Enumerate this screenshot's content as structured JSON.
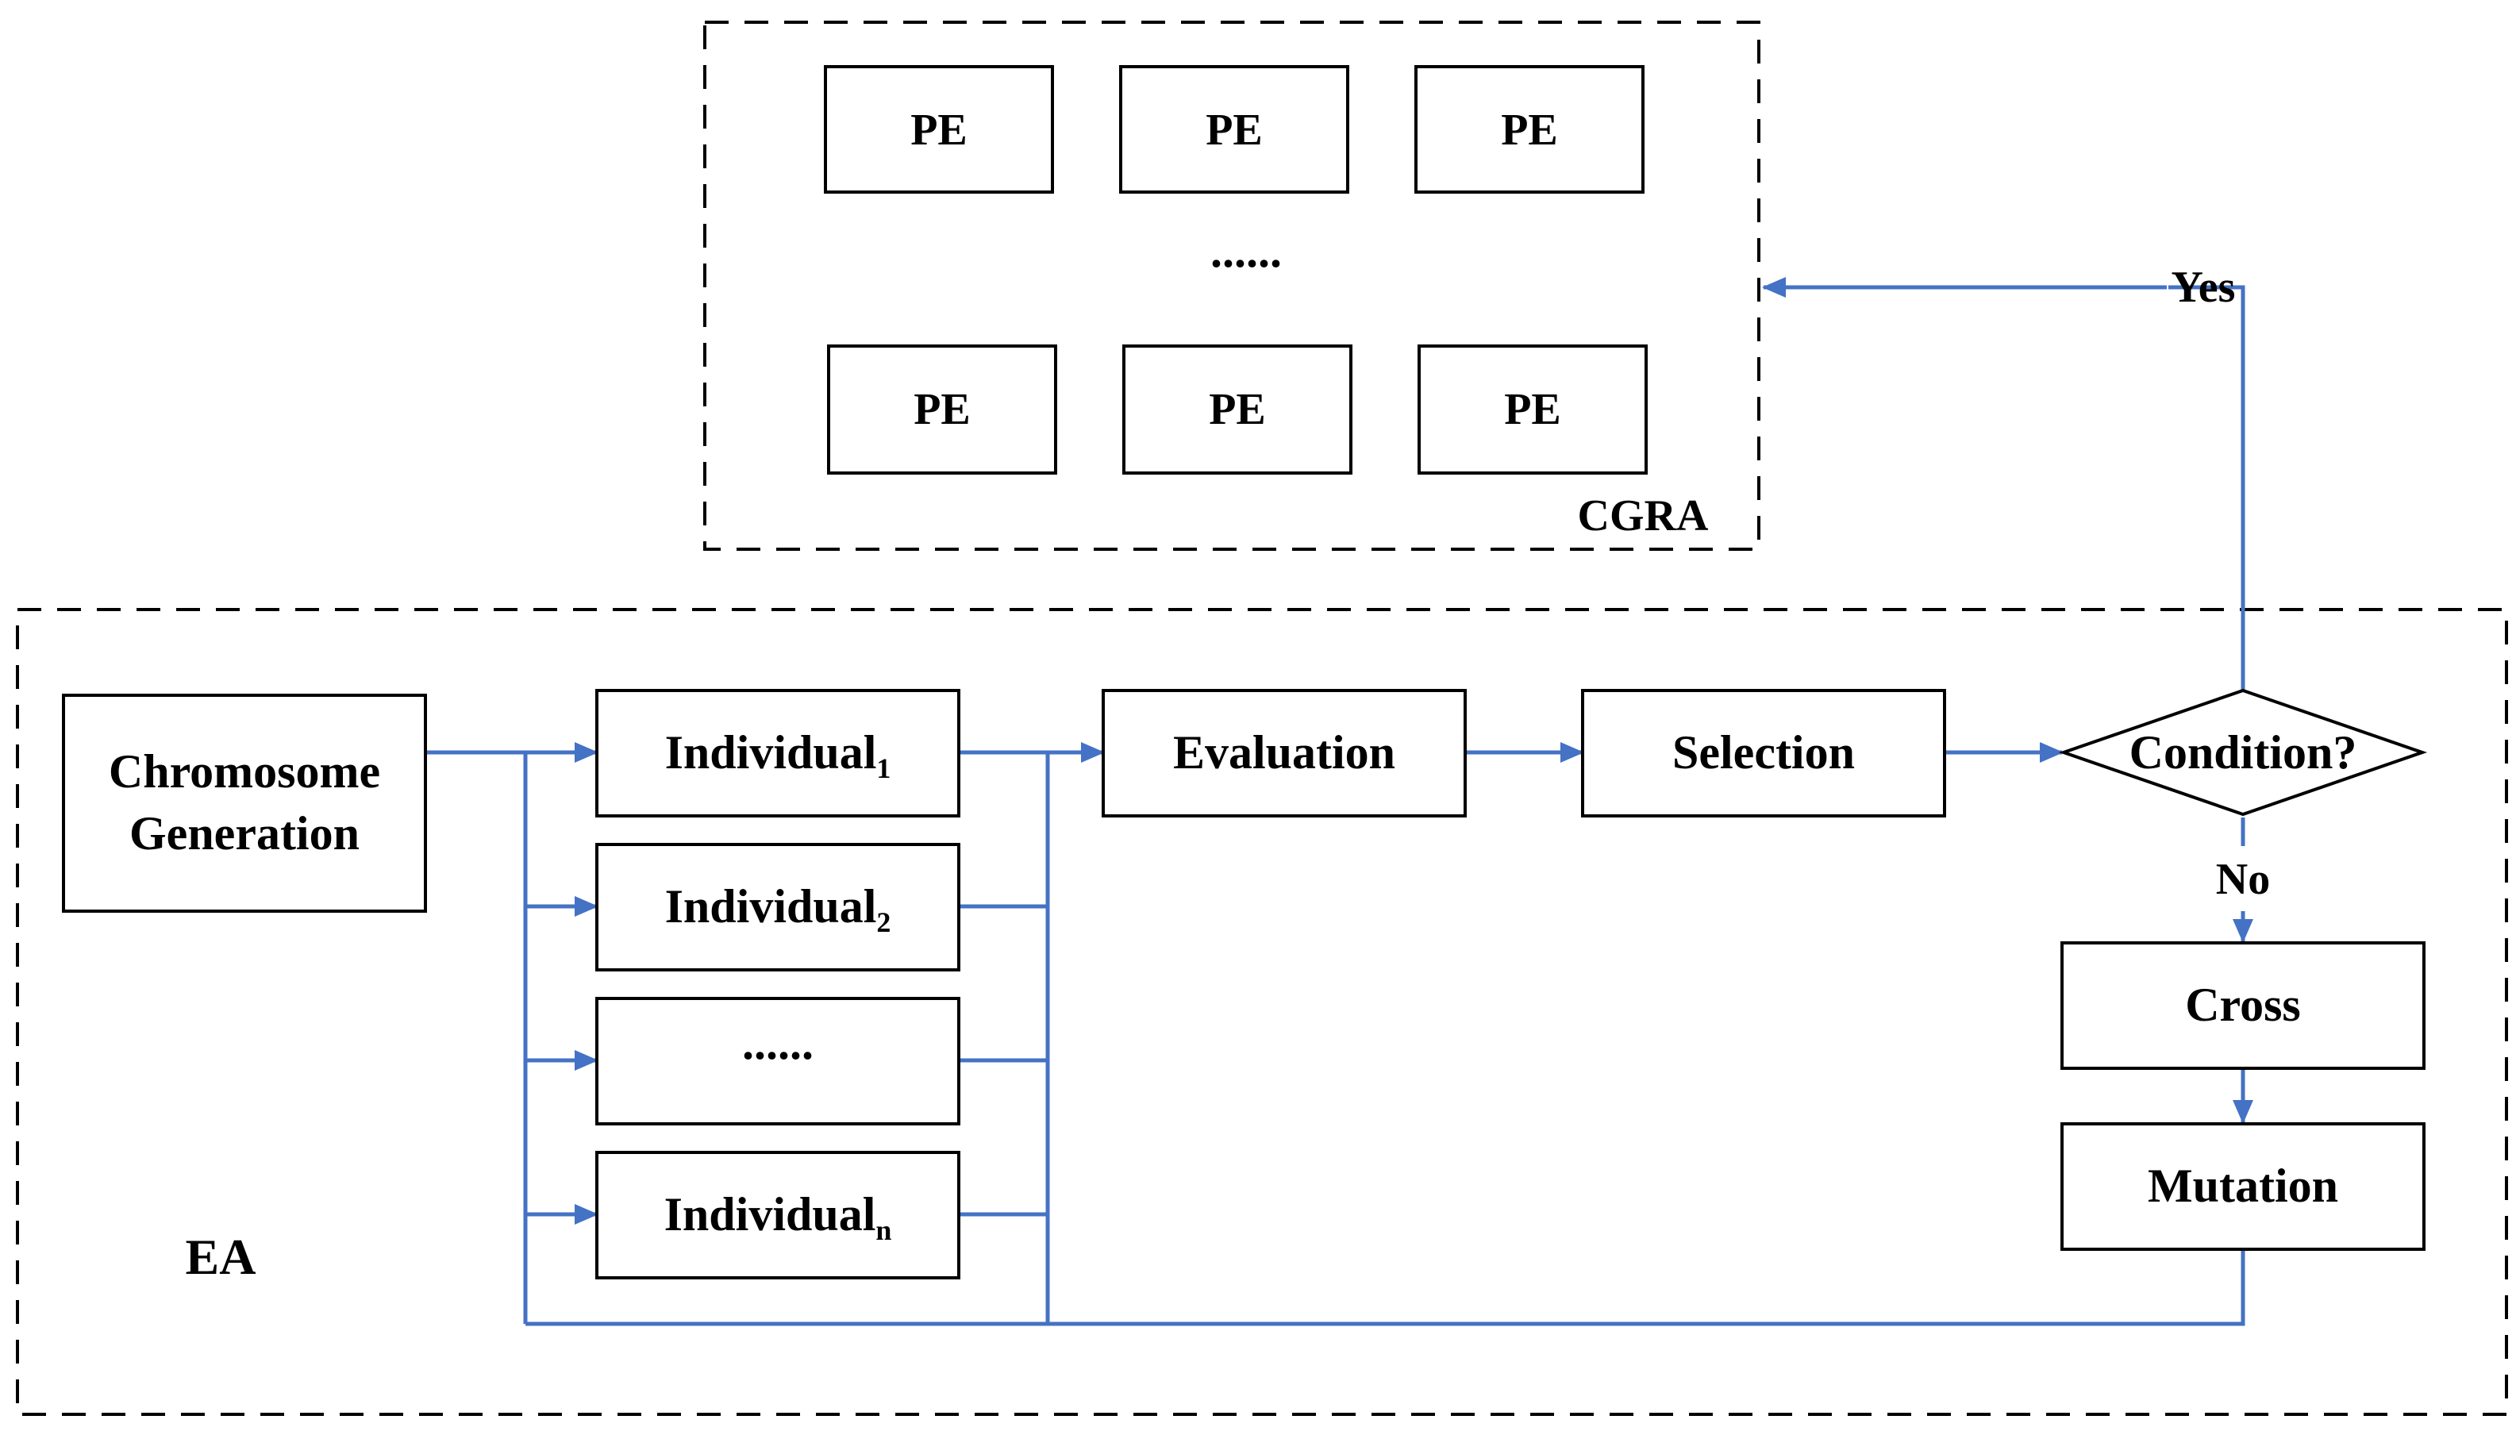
{
  "colors": {
    "connector": "#4472C4",
    "box_stroke": "#000000",
    "text": "#000000",
    "background": "#ffffff"
  },
  "cgra": {
    "label": "CGRA",
    "pe_labels": [
      "PE",
      "PE",
      "PE",
      "PE",
      "PE",
      "PE"
    ],
    "ellipsis": "......"
  },
  "ea": {
    "label": "EA",
    "chromosome": {
      "line1": "Chromosome",
      "line2": "Generation"
    },
    "individuals": [
      {
        "base": "Individual",
        "sub": "1"
      },
      {
        "base": "Individual",
        "sub": "2"
      },
      {
        "ellipsis": "......"
      },
      {
        "base": "Individual",
        "sub": "n"
      }
    ],
    "evaluation": "Evaluation",
    "selection": "Selection",
    "condition": "Condition?",
    "yes": "Yes",
    "no": "No",
    "cross": "Cross",
    "mutation": "Mutation"
  }
}
